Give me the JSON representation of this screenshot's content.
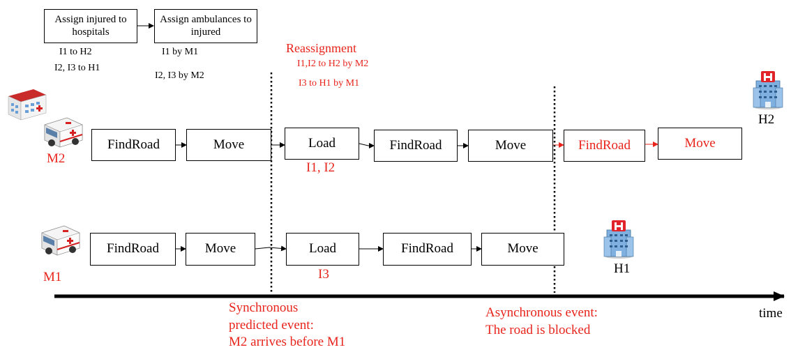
{
  "planning": {
    "step1": "Assign injured to hospitals",
    "step2": "Assign ambulances to injured",
    "step1_results": [
      "I1 to H2",
      "I2, I3 to H1"
    ],
    "step2_results": [
      "I1 by M1",
      "I2, I3 by M2"
    ]
  },
  "reassignment": {
    "title": "Reassignment",
    "lines": [
      "I1,I2 to H2 by M2",
      "I3 to H1 by M1"
    ]
  },
  "ambulances": {
    "m2": {
      "label": "M2",
      "actions": [
        "FindRoad",
        "Move",
        "Load",
        "FindRoad",
        "Move",
        "FindRoad",
        "Move"
      ],
      "load_note": "I1, I2"
    },
    "m1": {
      "label": "M1",
      "actions": [
        "FindRoad",
        "Move",
        "Load",
        "FindRoad",
        "Move"
      ],
      "load_note": "I3"
    }
  },
  "hospitals": {
    "h1": "H1",
    "h2": "H2"
  },
  "events": {
    "sync": [
      "Synchronous",
      "predicted event:",
      "M2 arrives before M1"
    ],
    "async": [
      "Asynchronous event:",
      "The road is blocked"
    ]
  },
  "axis": {
    "label": "time"
  },
  "colors": {
    "highlight": "#e8241c",
    "ink": "#000000"
  },
  "icons": [
    "hospital-icon",
    "ambulance-icon",
    "hospital-building-icon"
  ]
}
